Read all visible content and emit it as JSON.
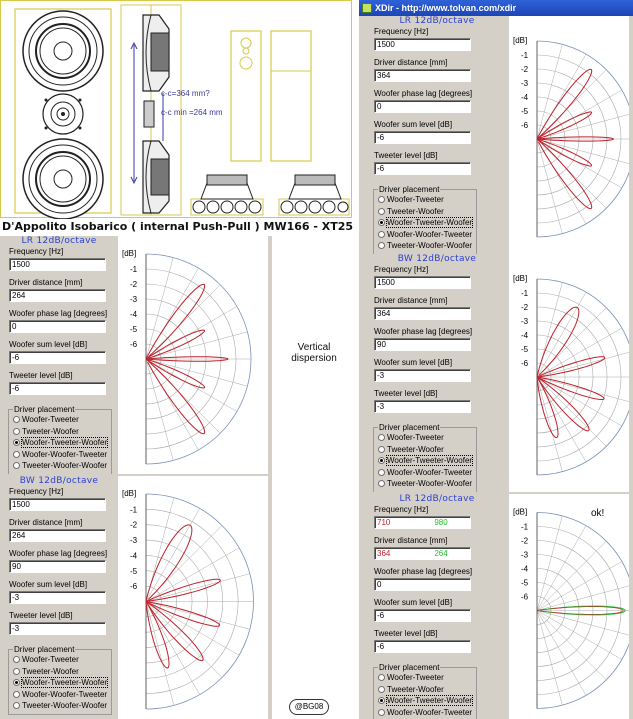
{
  "window": {
    "title": "XDir - http://www.tolvan.com/xdir"
  },
  "illustration": {
    "caption": "D'Appolito Isobarico ( internal Push-Pull ) MW166 - XT25",
    "cc_label": "c-c=364 mm?",
    "cc_min_label": "c-c min =264 mm"
  },
  "middle_note": {
    "line1": "Vertical",
    "line2": "dispersion"
  },
  "ok_note": "ok!",
  "badge": "@BG08",
  "labels": {
    "frequency": "Frequency [Hz]",
    "distance": "Driver distance [mm]",
    "phase": "Woofer phase lag [degrees]",
    "sum": "Woofer sum level [dB]",
    "tweeter": "Tweeter level [dB]",
    "placement": "Driver placement",
    "unit": "[dB]"
  },
  "placement_options": [
    "Woofer-Tweeter",
    "Tweeter-Woofer",
    "Woofer-Tweeter-Woofer",
    "Woofer-Woofer-Tweeter",
    "Tweeter-Woofer-Woofer"
  ],
  "selected_placement": "Woofer-Tweeter-Woofer",
  "panels": [
    {
      "id": "A",
      "title": "LR 12dB/octave",
      "frequency": "1500",
      "distance": "364",
      "phase": "0",
      "sum": "-6",
      "tweeter": "-6"
    },
    {
      "id": "B",
      "title": "BW 12dB/octave",
      "frequency": "1500",
      "distance": "364",
      "phase": "90",
      "sum": "-3",
      "tweeter": "-3"
    },
    {
      "id": "C",
      "title": "LR 12dB/octave",
      "frequency_red": "710",
      "frequency_green": "980",
      "distance_red": "364",
      "distance_green": "264",
      "phase": "0",
      "sum": "-6",
      "tweeter": "-6"
    },
    {
      "id": "D",
      "title": "LR 12dB/octave",
      "frequency": "1500",
      "distance": "264",
      "phase": "0",
      "sum": "-6",
      "tweeter": "-6"
    },
    {
      "id": "E",
      "title": "BW 12dB/octave",
      "frequency": "1500",
      "distance": "264",
      "phase": "90",
      "sum": "-3",
      "tweeter": "-3"
    }
  ],
  "axis_ticks": [
    "-1",
    "-2",
    "-3",
    "-4",
    "-5",
    "-6"
  ],
  "colors": {
    "curve_red": "#c0202a",
    "curve_green": "#22c030",
    "accent_blue": "#2a3fd0",
    "grid": "#aaaaaa"
  }
}
